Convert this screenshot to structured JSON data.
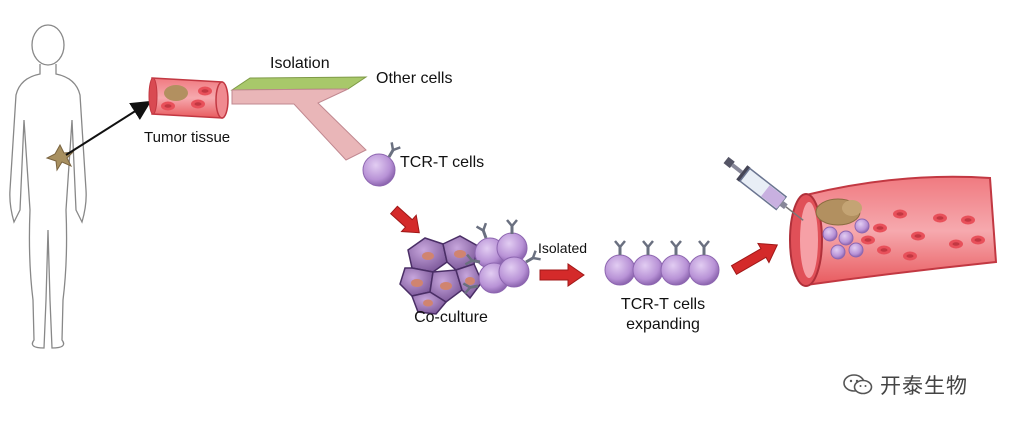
{
  "labels": {
    "isolation": "Isolation",
    "other_cells": "Other cells",
    "tumor_tissue": "Tumor tissue",
    "tcr_t_cells": "TCR-T cells",
    "co_culture": "Co-culture",
    "isolated": "Isolated",
    "expanding_line1": "TCR-T cells",
    "expanding_line2": "expanding"
  },
  "watermark": {
    "text": "开泰生物",
    "icon": "wechat-icon"
  },
  "colors": {
    "green_band": "#a8c86a",
    "pink_band": "#e9b6b8",
    "tcell": "#b892d6",
    "tumor_cell": "#9b7ab8",
    "red_arrow": "#d42a2a",
    "vessel_outer": "#e85a5e",
    "vessel_inner": "#f4a0a6",
    "rbc": "#e8505a"
  }
}
